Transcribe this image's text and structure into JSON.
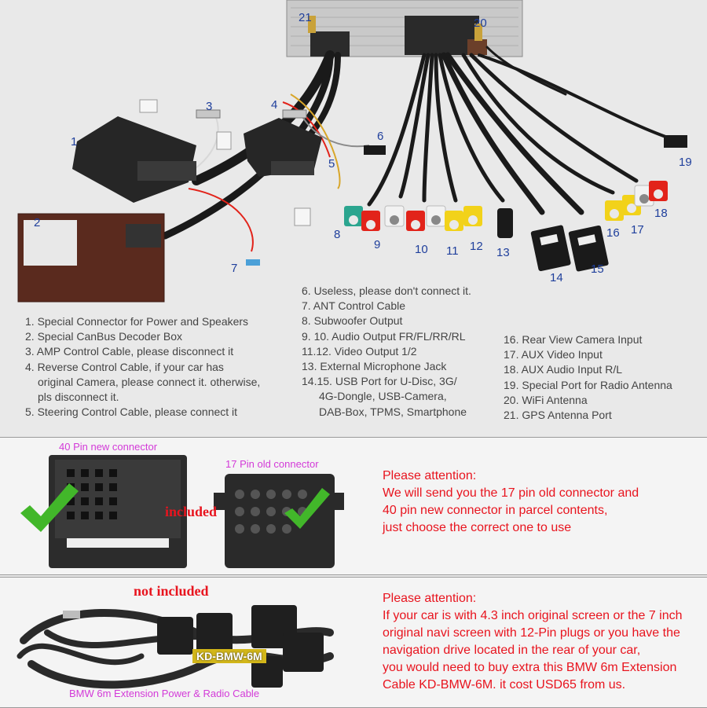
{
  "colors": {
    "number_label": "#1f3f9c",
    "attention_text": "#e8141e",
    "connector_label": "#d33ad8",
    "kd_label_bg": "#d2b619"
  },
  "callouts": [
    "1",
    "2",
    "3",
    "4",
    "5",
    "6",
    "7",
    "8",
    "9",
    "10",
    "11",
    "12",
    "13",
    "14",
    "15",
    "16",
    "17",
    "18",
    "19",
    "20",
    "21"
  ],
  "legend": {
    "col1": [
      "1. Special Connector for Power and Speakers",
      "2. Special CanBus Decoder Box",
      "3. AMP Control Cable, please disconnect it",
      "4. Reverse Control Cable, if your car has",
      "original Camera, please connect it. otherwise,",
      "pls disconnect it.",
      "5. Steering Control Cable, please connect it"
    ],
    "col2": [
      "6. Useless, please don't connect it.",
      "7. ANT Control Cable",
      "8. Subwoofer Output",
      "9. 10. Audio Output FR/FL/RR/RL",
      "11.12. Video Output 1/2",
      "13. External Microphone Jack",
      "14.15. USB Port for U-Disc, 3G/",
      "4G-Dongle, USB-Camera,",
      "DAB-Box, TPMS, Smartphone"
    ],
    "col3": [
      "16. Rear View Camera Input",
      "17. AUX Video Input",
      "18. AUX Audio Input R/L",
      "19. Special Port for Radio Antenna",
      "20. WiFi Antenna",
      "21. GPS Antenna Port"
    ]
  },
  "panel1": {
    "label_40pin": "40 Pin new connector",
    "label_17pin": "17 Pin old connector",
    "included": "included",
    "attention": [
      "Please attention:",
      "We will send you the 17 pin old connector and",
      "40 pin new connector in parcel contents,",
      "just choose the correct one to use"
    ]
  },
  "panel2": {
    "not_included": "not included",
    "kd_label": "KD-BMW-6M",
    "caption": "BMW 6m Extension Power & Radio Cable",
    "attention": [
      "Please attention:",
      "If your car is with 4.3 inch original screen or the 7 inch",
      "original navi screen with 12-Pin plugs or you have the",
      "navigation drive located in the rear of your car,",
      "you would need to buy extra this BMW 6m Extension",
      "Cable KD-BMW-6M. it cost USD65 from us."
    ]
  }
}
